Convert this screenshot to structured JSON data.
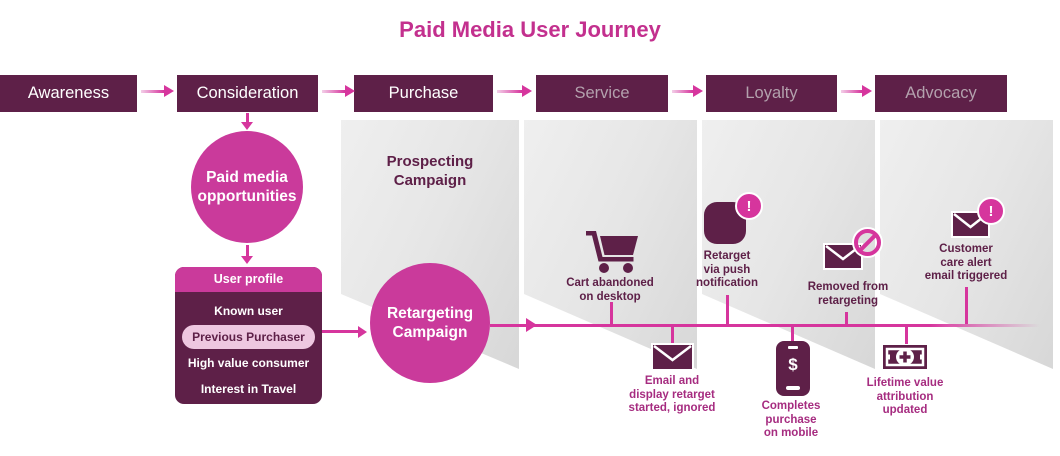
{
  "title": "Paid Media User Journey",
  "colors": {
    "title_pink": "#c3308e",
    "accent_pink": "#ca3a9b",
    "bright_pink": "#d6359d",
    "dark_purple": "#5e2048",
    "muted_stage_text": "#b3a1ad",
    "magenta_label": "#a62c80",
    "pill_bg": "#eec7e0"
  },
  "stages": [
    {
      "label": "Awareness",
      "state": "active"
    },
    {
      "label": "Consideration",
      "state": "active"
    },
    {
      "label": "Purchase",
      "state": "active"
    },
    {
      "label": "Service",
      "state": "inactive"
    },
    {
      "label": "Loyalty",
      "state": "inactive"
    },
    {
      "label": "Advocacy",
      "state": "inactive"
    }
  ],
  "funnel": {
    "paid_media_circle": "Paid media\nopportunities",
    "user_profile": {
      "header": "User profile",
      "items": [
        "Known user",
        "Previous Purchaser",
        "High value consumer",
        "Interest in Travel"
      ],
      "selected_item": "Previous Purchaser"
    }
  },
  "campaigns": {
    "prospecting": "Prospecting\nCampaign",
    "retargeting": "Retargeting\nCampaign"
  },
  "badge_alert_glyph": "!",
  "phone_dollar_glyph": "$",
  "timeline": {
    "milestones": [
      {
        "name": "cart-abandoned",
        "side": "above",
        "icon": "shopping-cart-icon",
        "label": "Cart abandoned\non desktop"
      },
      {
        "name": "email-display-retarget",
        "side": "below",
        "icon": "email-icon",
        "label": "Email and\ndisplay retarget\nstarted, ignored"
      },
      {
        "name": "push-retarget",
        "side": "above",
        "icon": "push-notification-icon",
        "label": "Retarget\nvia push\nnotification"
      },
      {
        "name": "mobile-purchase",
        "side": "below",
        "icon": "mobile-payment-icon",
        "label": "Completes\npurchase\non mobile"
      },
      {
        "name": "removed-retargeting",
        "side": "above",
        "icon": "email-blocked-icon",
        "label": "Removed from\nretargeting"
      },
      {
        "name": "lifetime-value",
        "side": "below",
        "icon": "cash-icon",
        "label": "Lifetime value\nattribution\nupdated"
      },
      {
        "name": "customer-care",
        "side": "above",
        "icon": "email-alert-icon",
        "label": "Customer\ncare alert\nemail triggered"
      }
    ]
  }
}
